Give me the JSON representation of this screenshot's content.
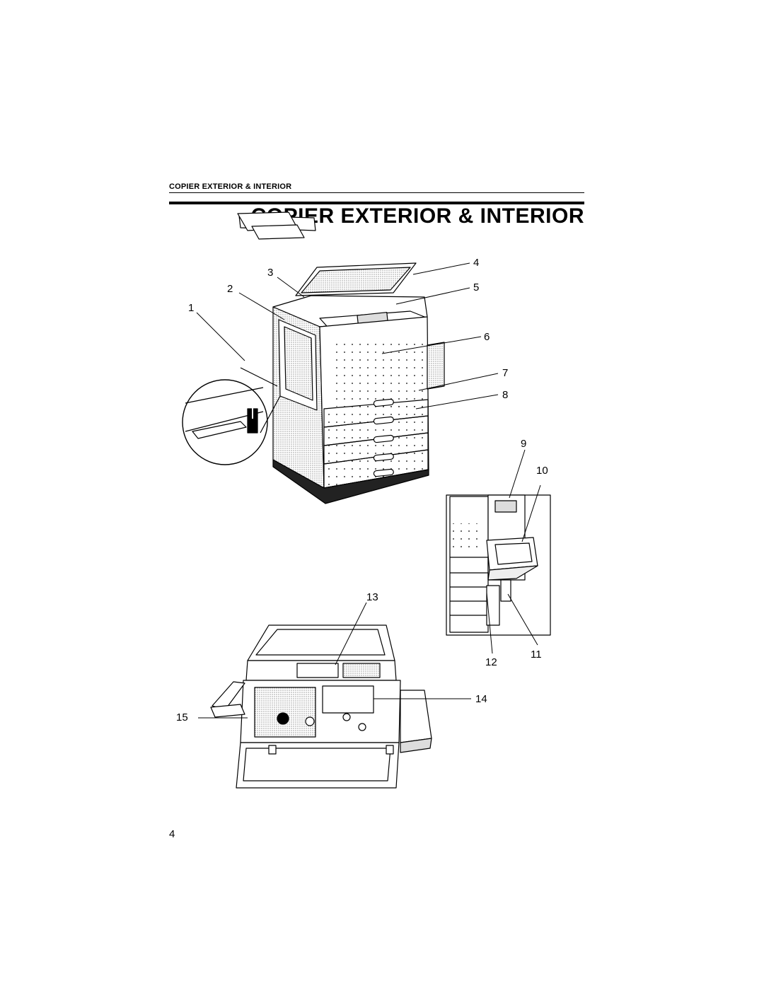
{
  "header": {
    "running_head": "COPIER EXTERIOR & INTERIOR"
  },
  "title": "COPIER EXTERIOR & INTERIOR",
  "callouts": {
    "c1": "1",
    "c2": "2",
    "c3": "3",
    "c4": "4",
    "c5": "5",
    "c6": "6",
    "c7": "7",
    "c8": "8",
    "c9": "9",
    "c10": "10",
    "c11": "11",
    "c12": "12",
    "c13": "13",
    "c14": "14",
    "c15": "15"
  },
  "footer": {
    "page_number": "4"
  }
}
